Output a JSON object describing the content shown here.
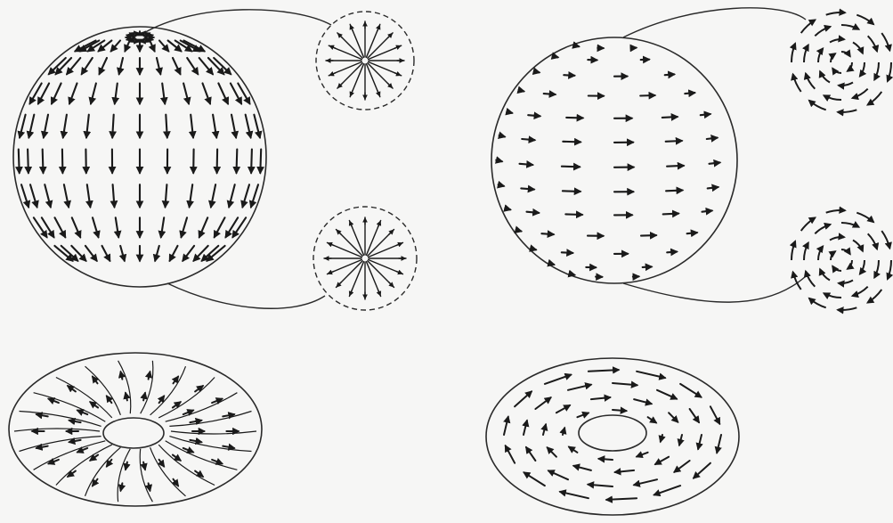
{
  "figure": {
    "background_color": "#f6f6f5",
    "ink_color": "#1a1a1a",
    "faint_text_color": "#cfcfcf",
    "panels": [
      {
        "name": "sphere-radial-field",
        "field": "radial"
      },
      {
        "name": "sphere-circular-field",
        "field": "circular"
      },
      {
        "name": "torus-radial-field",
        "field": "radial"
      },
      {
        "name": "torus-circular-field",
        "field": "circular"
      }
    ],
    "insets": [
      {
        "name": "radial-star-inset-top",
        "pattern": "radial"
      },
      {
        "name": "radial-star-inset-bottom",
        "pattern": "radial"
      },
      {
        "name": "circular-vortex-inset-top",
        "pattern": "circular"
      },
      {
        "name": "circular-vortex-inset-bottom",
        "pattern": "circular"
      }
    ]
  }
}
